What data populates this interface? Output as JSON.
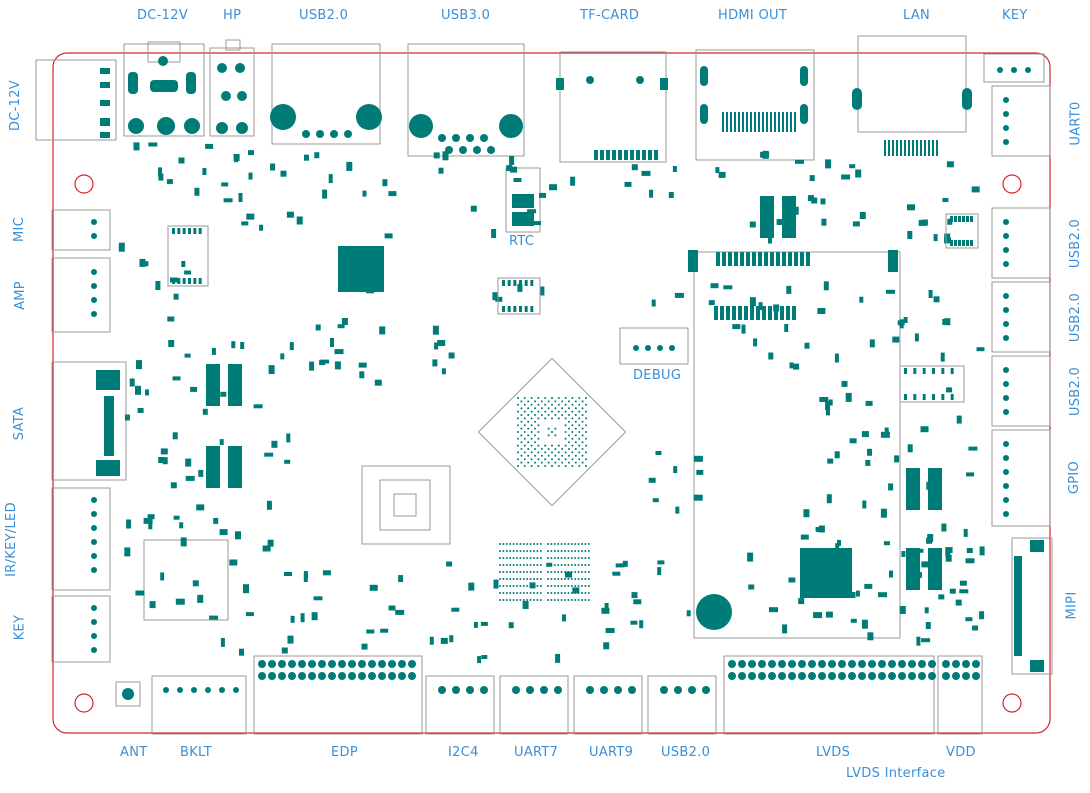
{
  "labels": {
    "top": {
      "dc12v": "DC-12V",
      "hp": "HP",
      "usb20": "USB2.0",
      "usb30": "USB3.0",
      "tfcard": "TF-CARD",
      "hdmi": "HDMI OUT",
      "lan": "LAN",
      "key": "KEY"
    },
    "left": {
      "dc12v": "DC-12V",
      "mic": "MIC",
      "amp": "AMP",
      "sata": "SATA",
      "irkeyled": "IR/KEY/LED",
      "key": "KEY"
    },
    "right": {
      "uart0": "UART0",
      "usb20_a": "USB2.0",
      "usb20_b": "USB2.0",
      "usb20_c": "USB2.0",
      "gpio": "GPIO",
      "mipi": "MIPI"
    },
    "bottom": {
      "ant": "ANT",
      "bklt": "BKLT",
      "edp": "EDP",
      "i2c4": "I2C4",
      "uart7": "UART7",
      "uart9": "UART9",
      "usb20": "USB2.0",
      "lvds": "LVDS",
      "vdd": "VDD",
      "lvds_interface": "LVDS Interface"
    },
    "inner": {
      "rtc": "RTC",
      "debug": "DEBUG"
    }
  },
  "colors": {
    "pad": "#007c78",
    "label": "#3a8fd6",
    "board_edge": "#d0262a",
    "outline": "#9a9a9a"
  }
}
